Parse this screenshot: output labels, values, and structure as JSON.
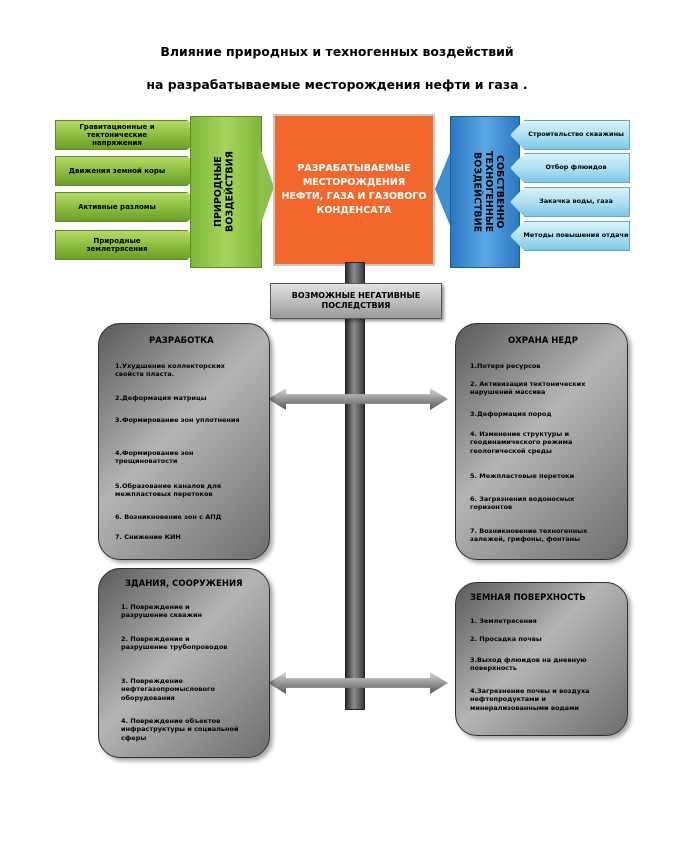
{
  "title": {
    "line1": "Влияние  природных  и техногенных  воздействий",
    "line2": "на разрабатываемые месторождения нефти и газа ."
  },
  "natural": {
    "label": "ПРИРОДНЫЕ ВОЗДЕЙСТВИЯ",
    "items": [
      "Гравитационные и тектонические напряжения",
      "Движения земной коры",
      "Активные разломы",
      "Природные землетрясения"
    ]
  },
  "center": {
    "label": "РАЗРАБАТЫВАЕМЫЕ МЕСТОРОЖДЕНИЯ НЕФТИ, ГАЗА И ГАЗОВОГО КОНДЕНСАТА"
  },
  "technogenic": {
    "label": "СОБСТВЕННО ТЕХНОГЕННЫЕ ВОЗДЕЙСТВИЕ",
    "items": [
      "Строительство скважины",
      "Отбор флюидов",
      "Закачка воды, газа",
      "Методы повышения отдачи"
    ]
  },
  "consequences": {
    "label": "ВОЗМОЖНЫЕ  НЕГАТИВНЫЕ ПОСЛЕДСТВИЯ"
  },
  "panels": {
    "development": {
      "title": "РАЗРАБОТКА",
      "items": [
        "1.Ухудшение  коллекторских свойств пласта.",
        "2.Деформация матрицы",
        "3.Формирование зон уплотнения",
        "4.Формирование зон трещиноватости",
        "5.Образование каналов для межпластовых перетоков",
        "6.  Возникновение зон с АПД",
        "7. Снижение  КИН"
      ]
    },
    "subsoil": {
      "title": "ОХРАНА НЕДР",
      "items": [
        "1.Потеря ресурсов",
        "2. Активизация тектонических нарушений массива",
        "3.Деформация пород",
        "4. Изменение структуры и геодинамического режима геологической среды",
        "5. Межпластовые перетоки",
        "6. Загрязнения водоносных горизонтов",
        "7. Возникновение техногенных залежей, грифоны, фонтаны"
      ]
    },
    "buildings": {
      "title": "ЗДАНИЯ, СООРУЖЕНИЯ",
      "items": [
        "1. Повреждение и разрушение скважин",
        "2. Повреждение и разрушение трубопроводов",
        "3.  Повреждение нефтегазопромыслового оборудования",
        "4. Повреждение объектов инфраструктуры и социальной сферы"
      ]
    },
    "surface": {
      "title": "ЗЕМНАЯ ПОВЕРХНОСТЬ",
      "items": [
        "1. Землетрясения",
        "2. Просадка почвы",
        "3.Выход флюидов на дневную поверхность",
        "4.Загрязнение почвы и воздуха  нефтепродуктами и минерализованными водами"
      ]
    }
  }
}
